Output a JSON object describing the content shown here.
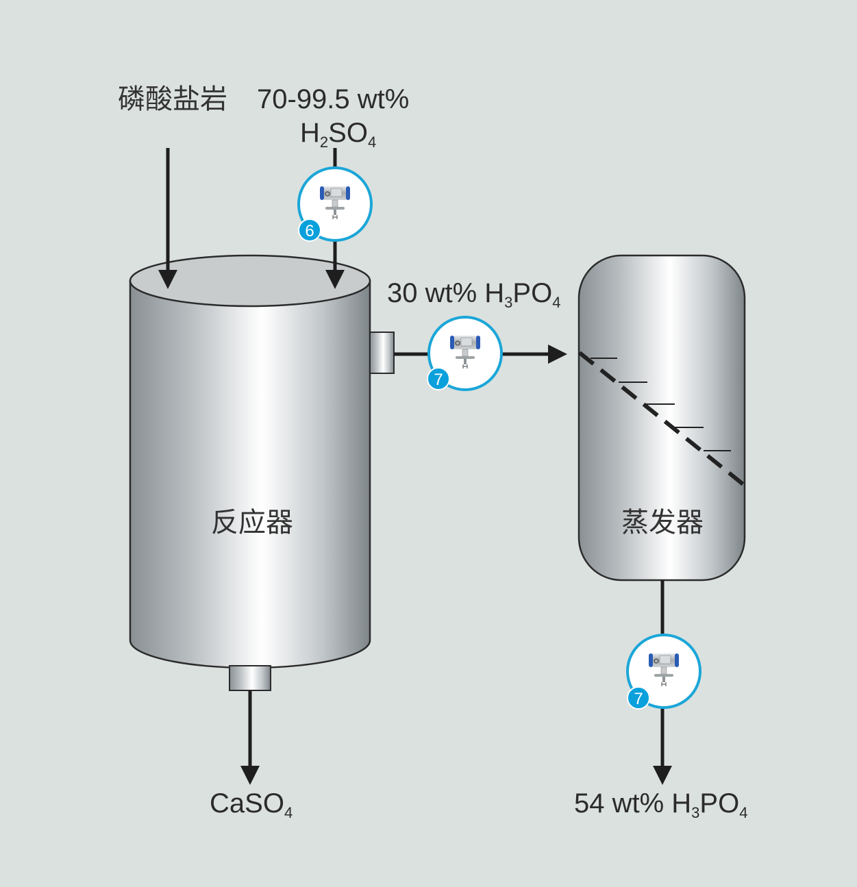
{
  "inputs": {
    "phosphate_rock": "磷酸盐岩",
    "acid_concentration": "70-99.5 wt%",
    "acid_formula": {
      "main1": "H",
      "sub1": "2",
      "main2": "SO",
      "sub2": "4"
    }
  },
  "reactor": {
    "label": "反应器"
  },
  "evaporator": {
    "label": "蒸发器"
  },
  "streams": {
    "intermediate": {
      "prefix": "30 wt% H",
      "sub1": "3",
      "main2": "PO",
      "sub2": "4"
    },
    "byproduct": {
      "main1": "CaSO",
      "sub1": "4"
    },
    "product": {
      "prefix": "54 wt% H",
      "sub1": "3",
      "main2": "PO",
      "sub2": "4"
    }
  },
  "sensors": [
    {
      "number": "6"
    },
    {
      "number": "7"
    },
    {
      "number": "7"
    }
  ],
  "colors": {
    "background": "#dbe1df",
    "badge": "#0aa0dc",
    "sensor_ring": "#1ba6d8",
    "line": "#1e1e1e"
  }
}
